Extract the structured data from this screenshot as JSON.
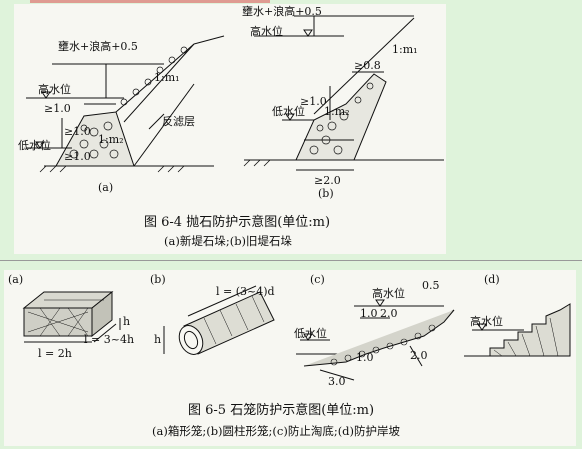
{
  "figure_6_4": {
    "caption": "图 6-4   抛石防护示意图(单位:m)",
    "subcaption": "(a)新堤石垛;(b)旧堤石垛",
    "panel_a": {
      "label": "(a)",
      "annotations": {
        "wave": "壅水+浪高+0.5",
        "high": "高水位",
        "low": "低水位",
        "ge_top": "≥1.0",
        "ge_left": "≥1.0",
        "ge_bottom": "≥1.0",
        "slope1": "1:m₁",
        "slope2": "1:m₂",
        "filter": "反滤层"
      }
    },
    "panel_b": {
      "label": "(b)",
      "annotations": {
        "wave": "壅水+浪高+0.5",
        "high": "高水位",
        "low": "低水位",
        "ge08": "≥0.8",
        "ge10": "≥1.0",
        "ge20": "≥2.0",
        "slope1": "1:m₁",
        "slope2": "1:m₂"
      }
    }
  },
  "figure_6_5": {
    "caption": "图 6-5   石笼防护示意图(单位:m)",
    "subcaption": "(a)箱形笼;(b)圆柱形笼;(c)防止淘底;(d)防护岸坡",
    "panel_a": {
      "label": "(a)",
      "dims": {
        "h": "h",
        "l1": "l = 2h",
        "l2": "l = 3~4h"
      }
    },
    "panel_b": {
      "label": "(b)",
      "dims": {
        "l": "l = (3~4)d",
        "h": "h"
      }
    },
    "panel_c": {
      "label": "(c)",
      "annotations": {
        "high": "高水位",
        "low": "低水位",
        "d05": "0.5",
        "d10a": "1.0",
        "d20a": "2.0",
        "d10b": "1.0",
        "d20b": "2.0",
        "d30": "3.0"
      }
    },
    "panel_d": {
      "label": "(d)",
      "annotations": {
        "high": "高水位"
      }
    }
  },
  "colors": {
    "background": "#dff3db",
    "panel": "#f7f7f2",
    "ink": "#111111"
  }
}
